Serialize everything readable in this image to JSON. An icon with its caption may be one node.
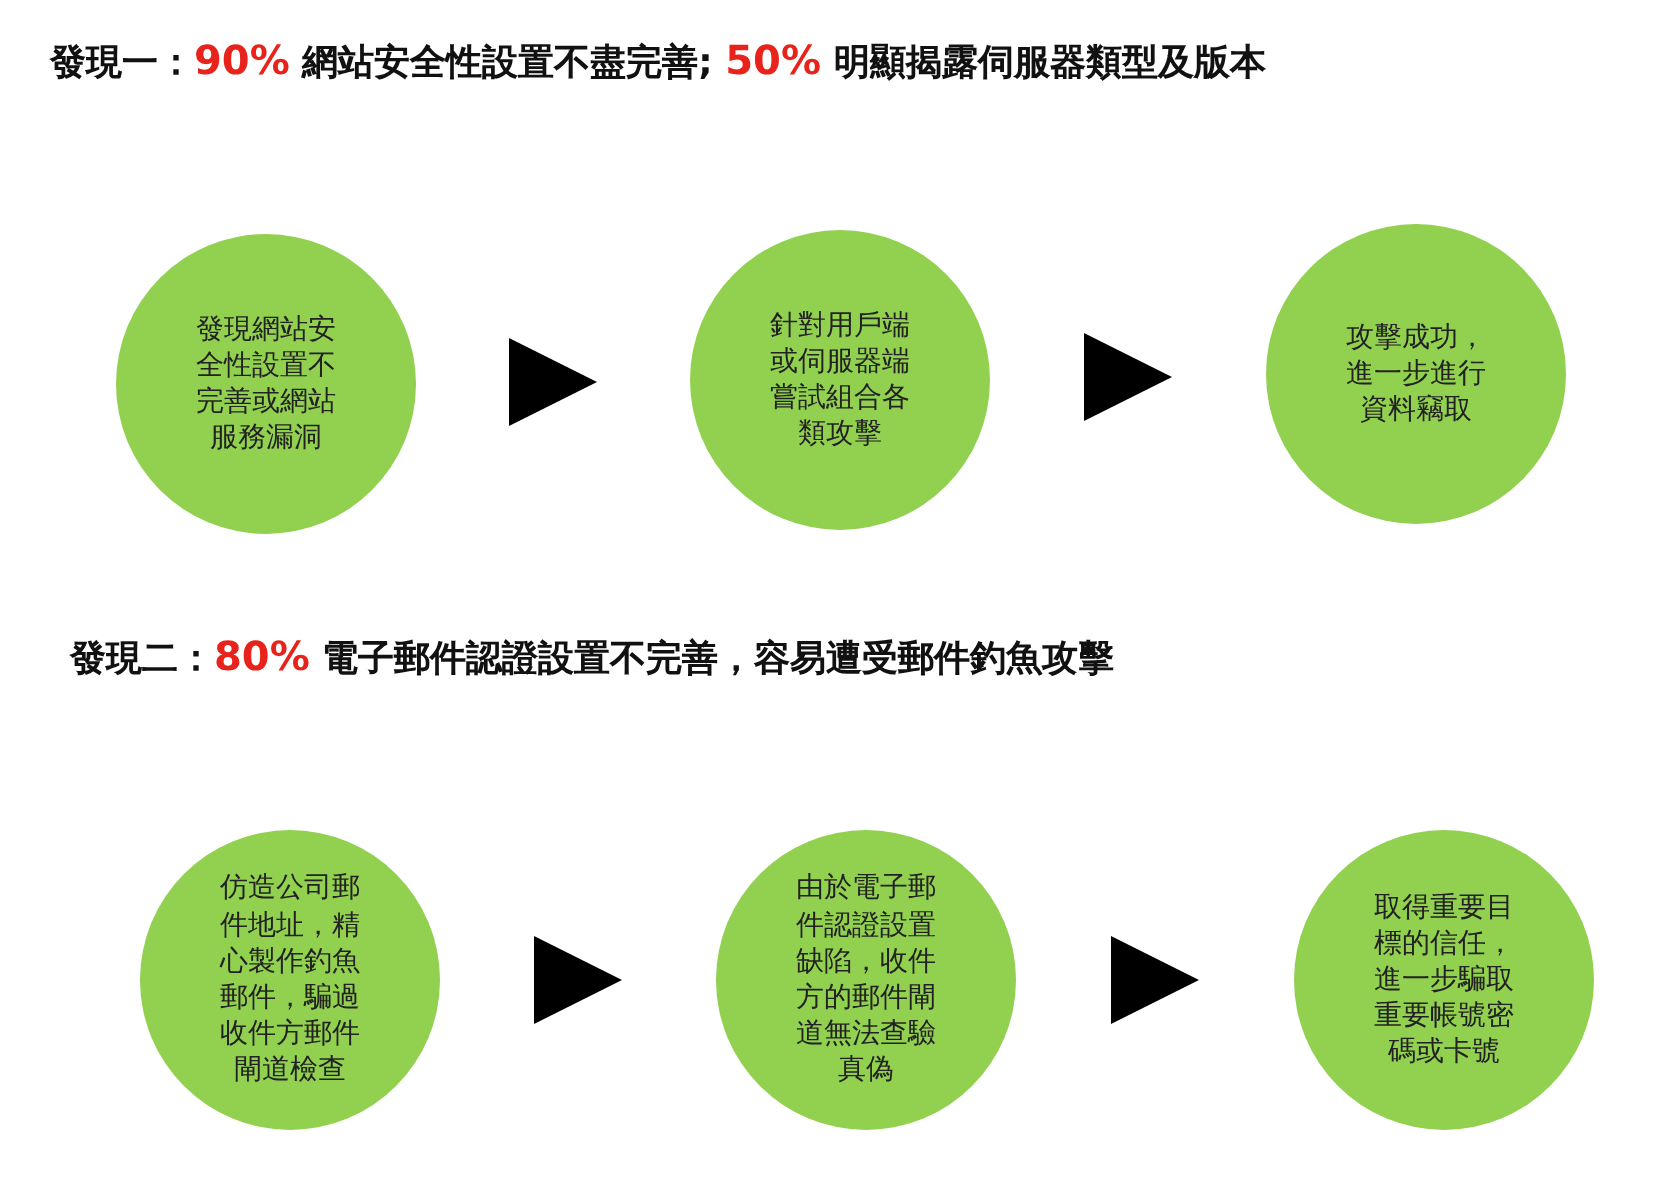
{
  "diagram": {
    "nodes": [
      {
        "text": [
          "發現網站安全性設置不完善或網站服務漏洞"
        ]
      },
      {
        "text": [
          "針對用戶端或伺服器端嘗試組合各類攻擊"
        ]
      },
      {
        "text": [
          "攻擊成功，進一步進行資料竊取"
        ]
      },
      {
        "text": [
          "仿造公司郵件地址，精心製作釣魚郵件，騙過收件方郵件閘道檢查"
        ]
      },
      {
        "text": [
          "由於電子郵件認證設置缺陷，收件方的郵件閘道無法查驗真偽"
        ]
      },
      {
        "text": [
          "取得重要目標的信任，進一步騙取重要帳號密碼或卡號"
        ]
      }
    ],
    "edges": [
      {
        "from": 0,
        "to": 1,
        "arrow": "to"
      },
      {
        "from": 1,
        "to": 2,
        "arrow": "to"
      },
      {
        "from": 3,
        "to": 4,
        "arrow": "to"
      },
      {
        "from": 4,
        "to": 5,
        "arrow": "to"
      }
    ],
    "labels": [
      "發現一：**90%** 網站安全性設置不盡完善; **50%** 明顯揭露伺服器類型及版本",
      "發現二：**80%** 電子郵件認證設置不完善，容易遭受郵件釣魚攻擊"
    ]
  }
}
